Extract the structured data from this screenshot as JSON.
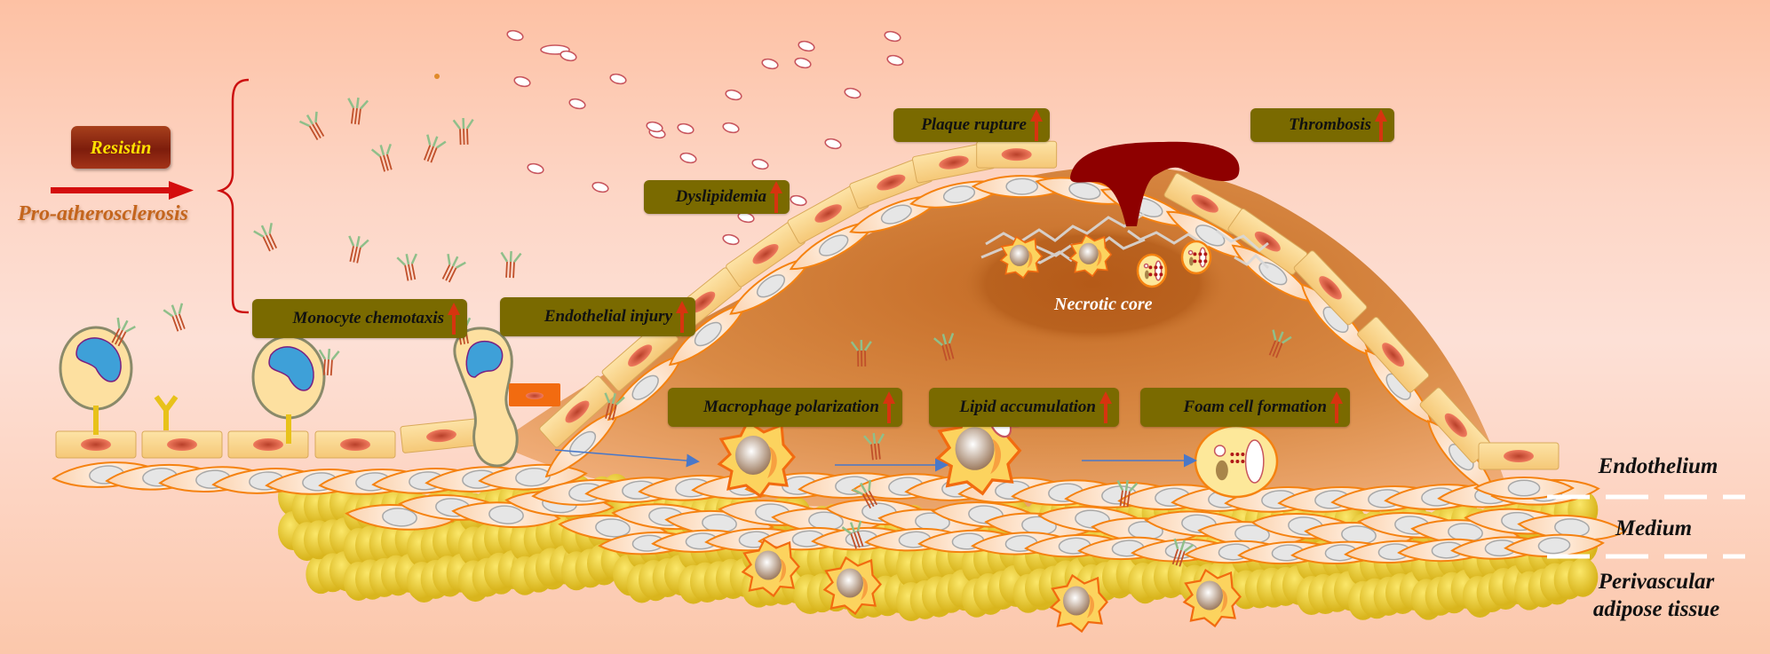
{
  "title_block": {
    "resistin_label": "Resistin",
    "effect_label": "Pro-atherosclerosis"
  },
  "process_labels": [
    {
      "id": "monocyte-chemotaxis",
      "text": "Monocyte  chemotaxis",
      "trend": "up"
    },
    {
      "id": "endothelial-injury",
      "text": "Endothelial injury",
      "trend": "up"
    },
    {
      "id": "dyslipidemia",
      "text": "Dyslipidemia",
      "trend": "up"
    },
    {
      "id": "plaque-rupture",
      "text": "Plaque rupture",
      "trend": "up"
    },
    {
      "id": "thrombosis",
      "text": "Thrombosis",
      "trend": "up"
    },
    {
      "id": "macrophage-polarization",
      "text": "Macrophage polarization",
      "trend": "up"
    },
    {
      "id": "lipid-accumulation",
      "text": "Lipid accumulation",
      "trend": "up"
    },
    {
      "id": "foam-cell-formation",
      "text": "Foam cell formation",
      "trend": "up"
    }
  ],
  "necrotic_core_label": "Necrotic core",
  "layers": {
    "endothelium": "Endothelium",
    "medium": "Medium",
    "perivascular_line1": "Perivascular",
    "perivascular_line2": "adipose tissue"
  },
  "colors": {
    "label_box": "#7a6a00",
    "up_arrow": "#d7340f",
    "resistin_text": "#ffe100",
    "pro_text": "#c4651d",
    "clot": "#8e0000",
    "flow_arrow": "#4a78c8"
  }
}
